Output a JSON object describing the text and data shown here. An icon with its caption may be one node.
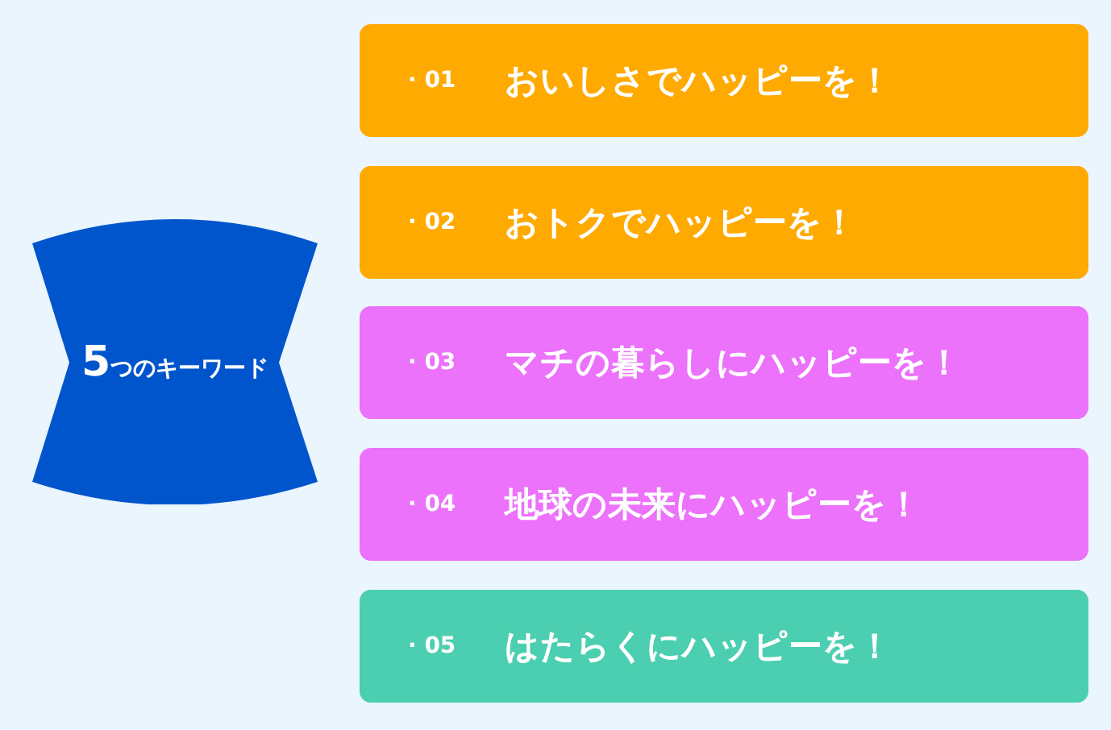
{
  "diagram": {
    "nodes": [
      {
        "text": [
          "5つのキーワード"
        ]
      },
      {
        "text": [
          "· 01",
          "おいしさでハッピーを！"
        ]
      },
      {
        "text": [
          "· 02",
          "おトクでハッピーを！"
        ]
      },
      {
        "text": [
          "· 03",
          "マチの暮らしにハッピーを！"
        ]
      },
      {
        "text": [
          "· 04",
          "地球の未来にハッピーを！"
        ]
      },
      {
        "text": [
          "· 05",
          "はたらくにハッピーを！"
        ]
      }
    ]
  }
}
